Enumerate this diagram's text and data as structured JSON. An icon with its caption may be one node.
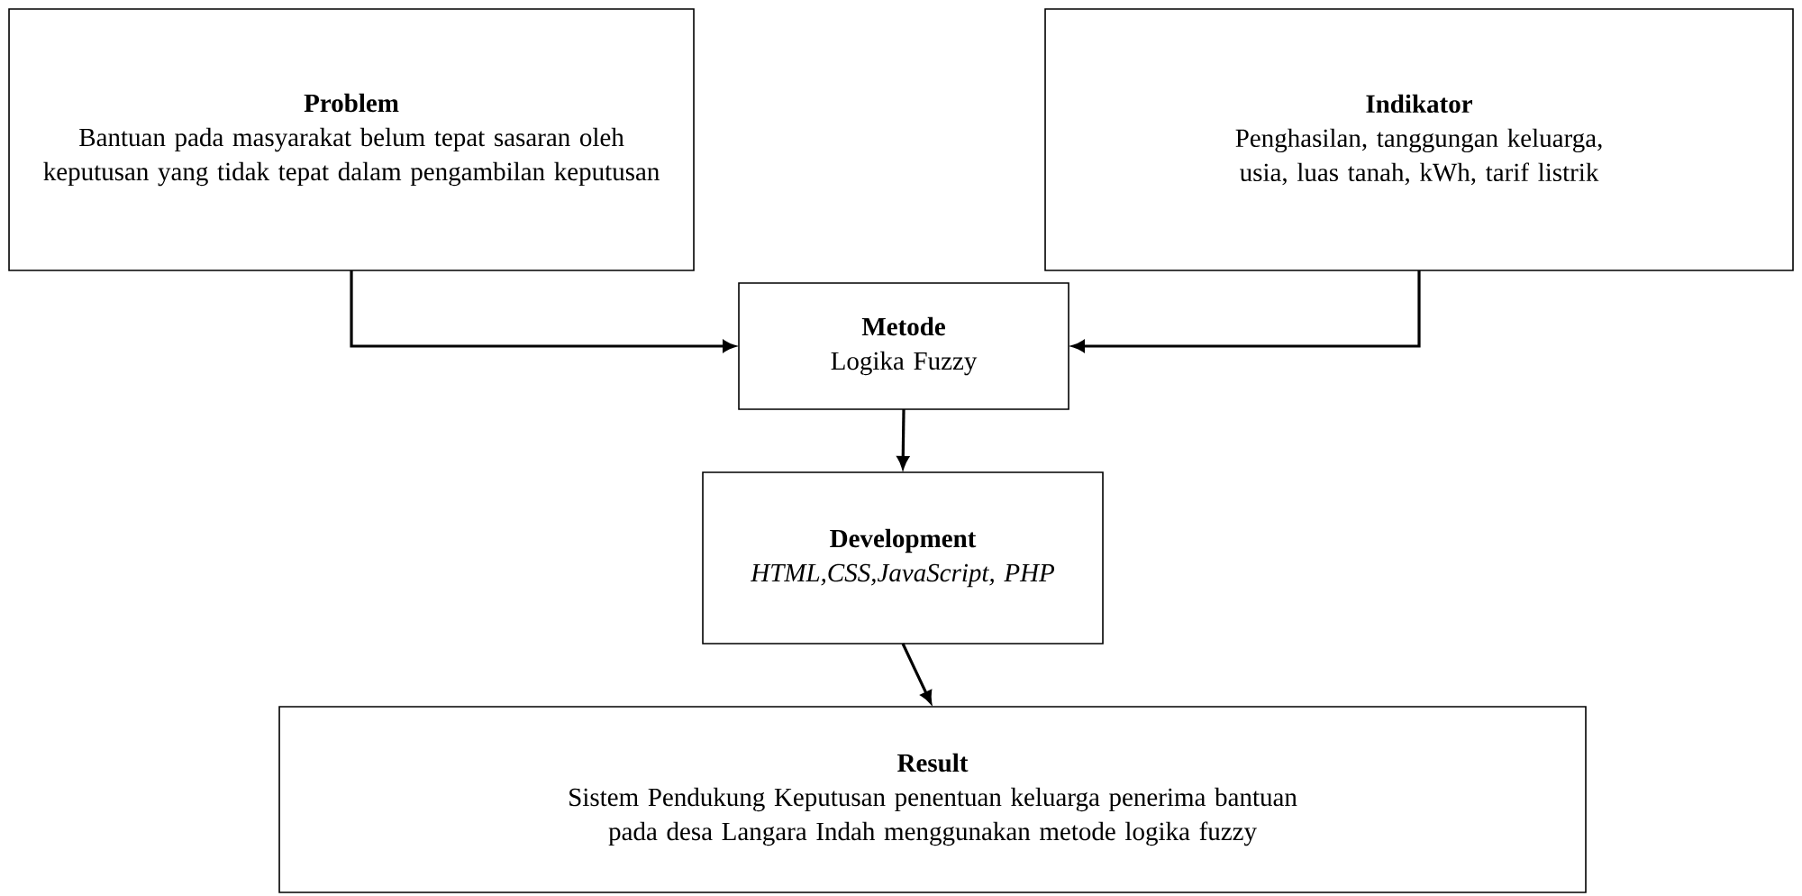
{
  "diagram": {
    "nodes": [
      {
        "text": [
          "Problem",
          "Bantuan pada masyarakat belum tepat sasaran oleh keputusan yang tidak tepat dalam pengambilan keputusan"
        ]
      },
      {
        "text": [
          "Indikator",
          "Penghasilan, tanggungan keluarga, usia, luas tanah, kWh, tarif listrik"
        ]
      },
      {
        "text": [
          "Metode",
          "Logika Fuzzy"
        ]
      },
      {
        "text": [
          "Development",
          "HTML,CSS,JavaScript, PHP"
        ]
      },
      {
        "text": [
          "Result",
          "Sistem Pendukung Keputusan penentuan keluarga penerima bantuan pada desa Langara Indah menggunakan metode logika fuzzy"
        ]
      }
    ],
    "edges": [
      {
        "from": 0,
        "to": 2,
        "arrow": "to"
      },
      {
        "from": 1,
        "to": 2,
        "arrow": "to"
      },
      {
        "from": 2,
        "to": 3,
        "arrow": "to"
      },
      {
        "from": 3,
        "to": 4,
        "arrow": "to"
      }
    ]
  }
}
